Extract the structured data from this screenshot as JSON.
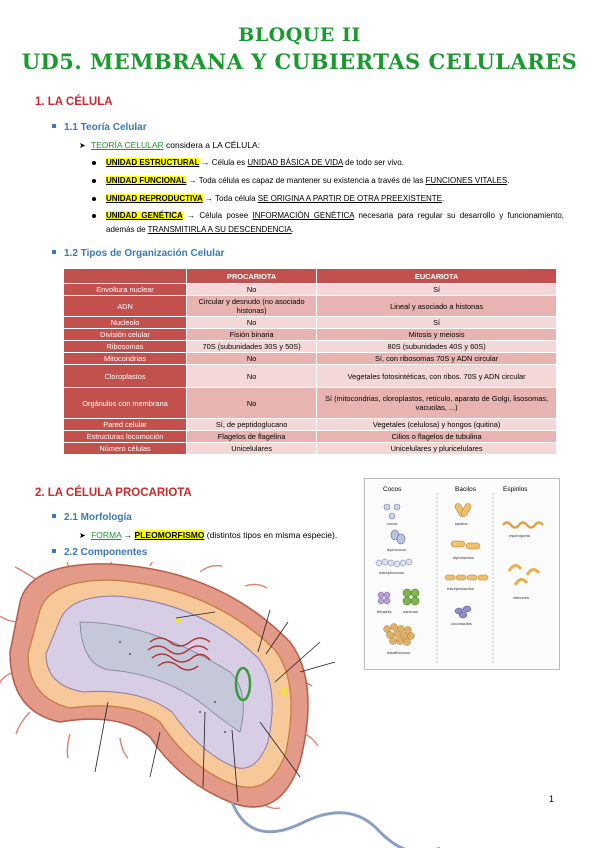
{
  "header": {
    "title1": "BLOQUE II",
    "title2": "UD5. MEMBRANA Y CUBIERTAS CELULARES"
  },
  "section1": {
    "heading": "1. LA CÉLULA",
    "sub1": {
      "heading": "1.1 Teoría Celular",
      "intro_link": "TEORÍA CELULAR",
      "intro_rest": " considera a LA CÉLULA:",
      "bullets": [
        {
          "key": "UNIDAD ESTRUCTURAL",
          "t1": " → Célula es ",
          "u1": "UNIDAD BÁSICA DE VIDA",
          "t2": " de todo ser vivo."
        },
        {
          "key": "UNIDAD FUNCIONAL",
          "t1": " → Toda célula es capaz de mantener su existencia a través de las ",
          "u1": "FUNCIONES VITALES",
          "t2": "."
        },
        {
          "key": "UNIDAD REPRODUCTIVA",
          "t1": " → Toda célula ",
          "u1": "SE ORIGINA A PARTIR DE OTRA PREEXISTENTE",
          "t2": "."
        },
        {
          "key": "UNIDAD GENÉTICA",
          "t1": " → Célula posee ",
          "u1": "INFORMACIÓN GENÉTICA",
          "t2": " necesaria para regular su desarrollo y funcionamiento, además de ",
          "u2": "TRANSMITIRLA A SU DESCENDENCIA",
          "t3": "."
        }
      ]
    },
    "sub2": {
      "heading": "1.2 Tipos de Organización Celular",
      "table": {
        "headers": [
          "",
          "PROCARIOTA",
          "EUCARIOTA"
        ],
        "rows": [
          [
            "Envoltura nuclear",
            "No",
            "Sí"
          ],
          [
            "ADN",
            "Circular y desnudo (no asociado histonas)",
            "Lineal y asociado a histonas"
          ],
          [
            "Nucleolo",
            "No",
            "Sí"
          ],
          [
            "División celular",
            "Fisión binaria",
            "Mitosis y meiosis"
          ],
          [
            "Ribosomas",
            "70S (subunidades 30S y 50S)",
            "80S (subunidades 40S y 60S)"
          ],
          [
            "Mitocondrias",
            "No",
            "Sí, con ribosomas 70S y ADN circular"
          ],
          [
            "Cloroplastos",
            "No",
            "Vegetales fotosintéticas, con ribos. 70S y ADN circular"
          ],
          [
            "Orgánulos con membrana",
            "No",
            "Sí (mitocondrias, cloroplastos, retículo, aparato de Golgi, lisosomas, vacuolas, ...)"
          ],
          [
            "Pared celular",
            "Sí, de peptidoglucano",
            "Vegetales (celulosa) y hongos (quitina)"
          ],
          [
            "Estructuras locomoción",
            "Flagelos de flagelina",
            "Cilios o flagelos de tubulina"
          ],
          [
            "Número células",
            "Unicelulares",
            "Unicelulares y pluricelulares"
          ]
        ]
      }
    }
  },
  "section2": {
    "heading": "2. LA CÉLULA PROCARIOTA",
    "sub1": {
      "heading": "2.1 Morfología",
      "forma_label": "FORMA",
      "arrow": " → ",
      "pleo": "PLEOMORFISMO",
      "pleo_rest": " (distintos tipos en misma especie)."
    },
    "sub2": {
      "heading": "2.2 Componentes"
    }
  },
  "morph_figure": {
    "col_titles": [
      "Cocos",
      "Bacilos",
      "Espirilos"
    ],
    "labels": {
      "cocos": "cocos",
      "diplococos": "diplococos",
      "estreptococos": "estreptococos",
      "tetradas": "tétradas",
      "sarcinas": "sarcinas",
      "estafilococos": "estafilococos",
      "bacilos": "bacilos",
      "diplobacilos": "diplobacilos",
      "estreptobacilos": "estreptobacilos",
      "cocobacilos": "cocobacilos",
      "espiroqueta": "espiroqueta",
      "vibriones": "vibriones"
    }
  },
  "page_number": "1",
  "colors": {
    "title_green": "#1a9a2e",
    "heading_red": "#d0282a",
    "heading_blue": "#3b78b8",
    "table_dark": "#c2504d",
    "highlight": "#ffff00"
  }
}
